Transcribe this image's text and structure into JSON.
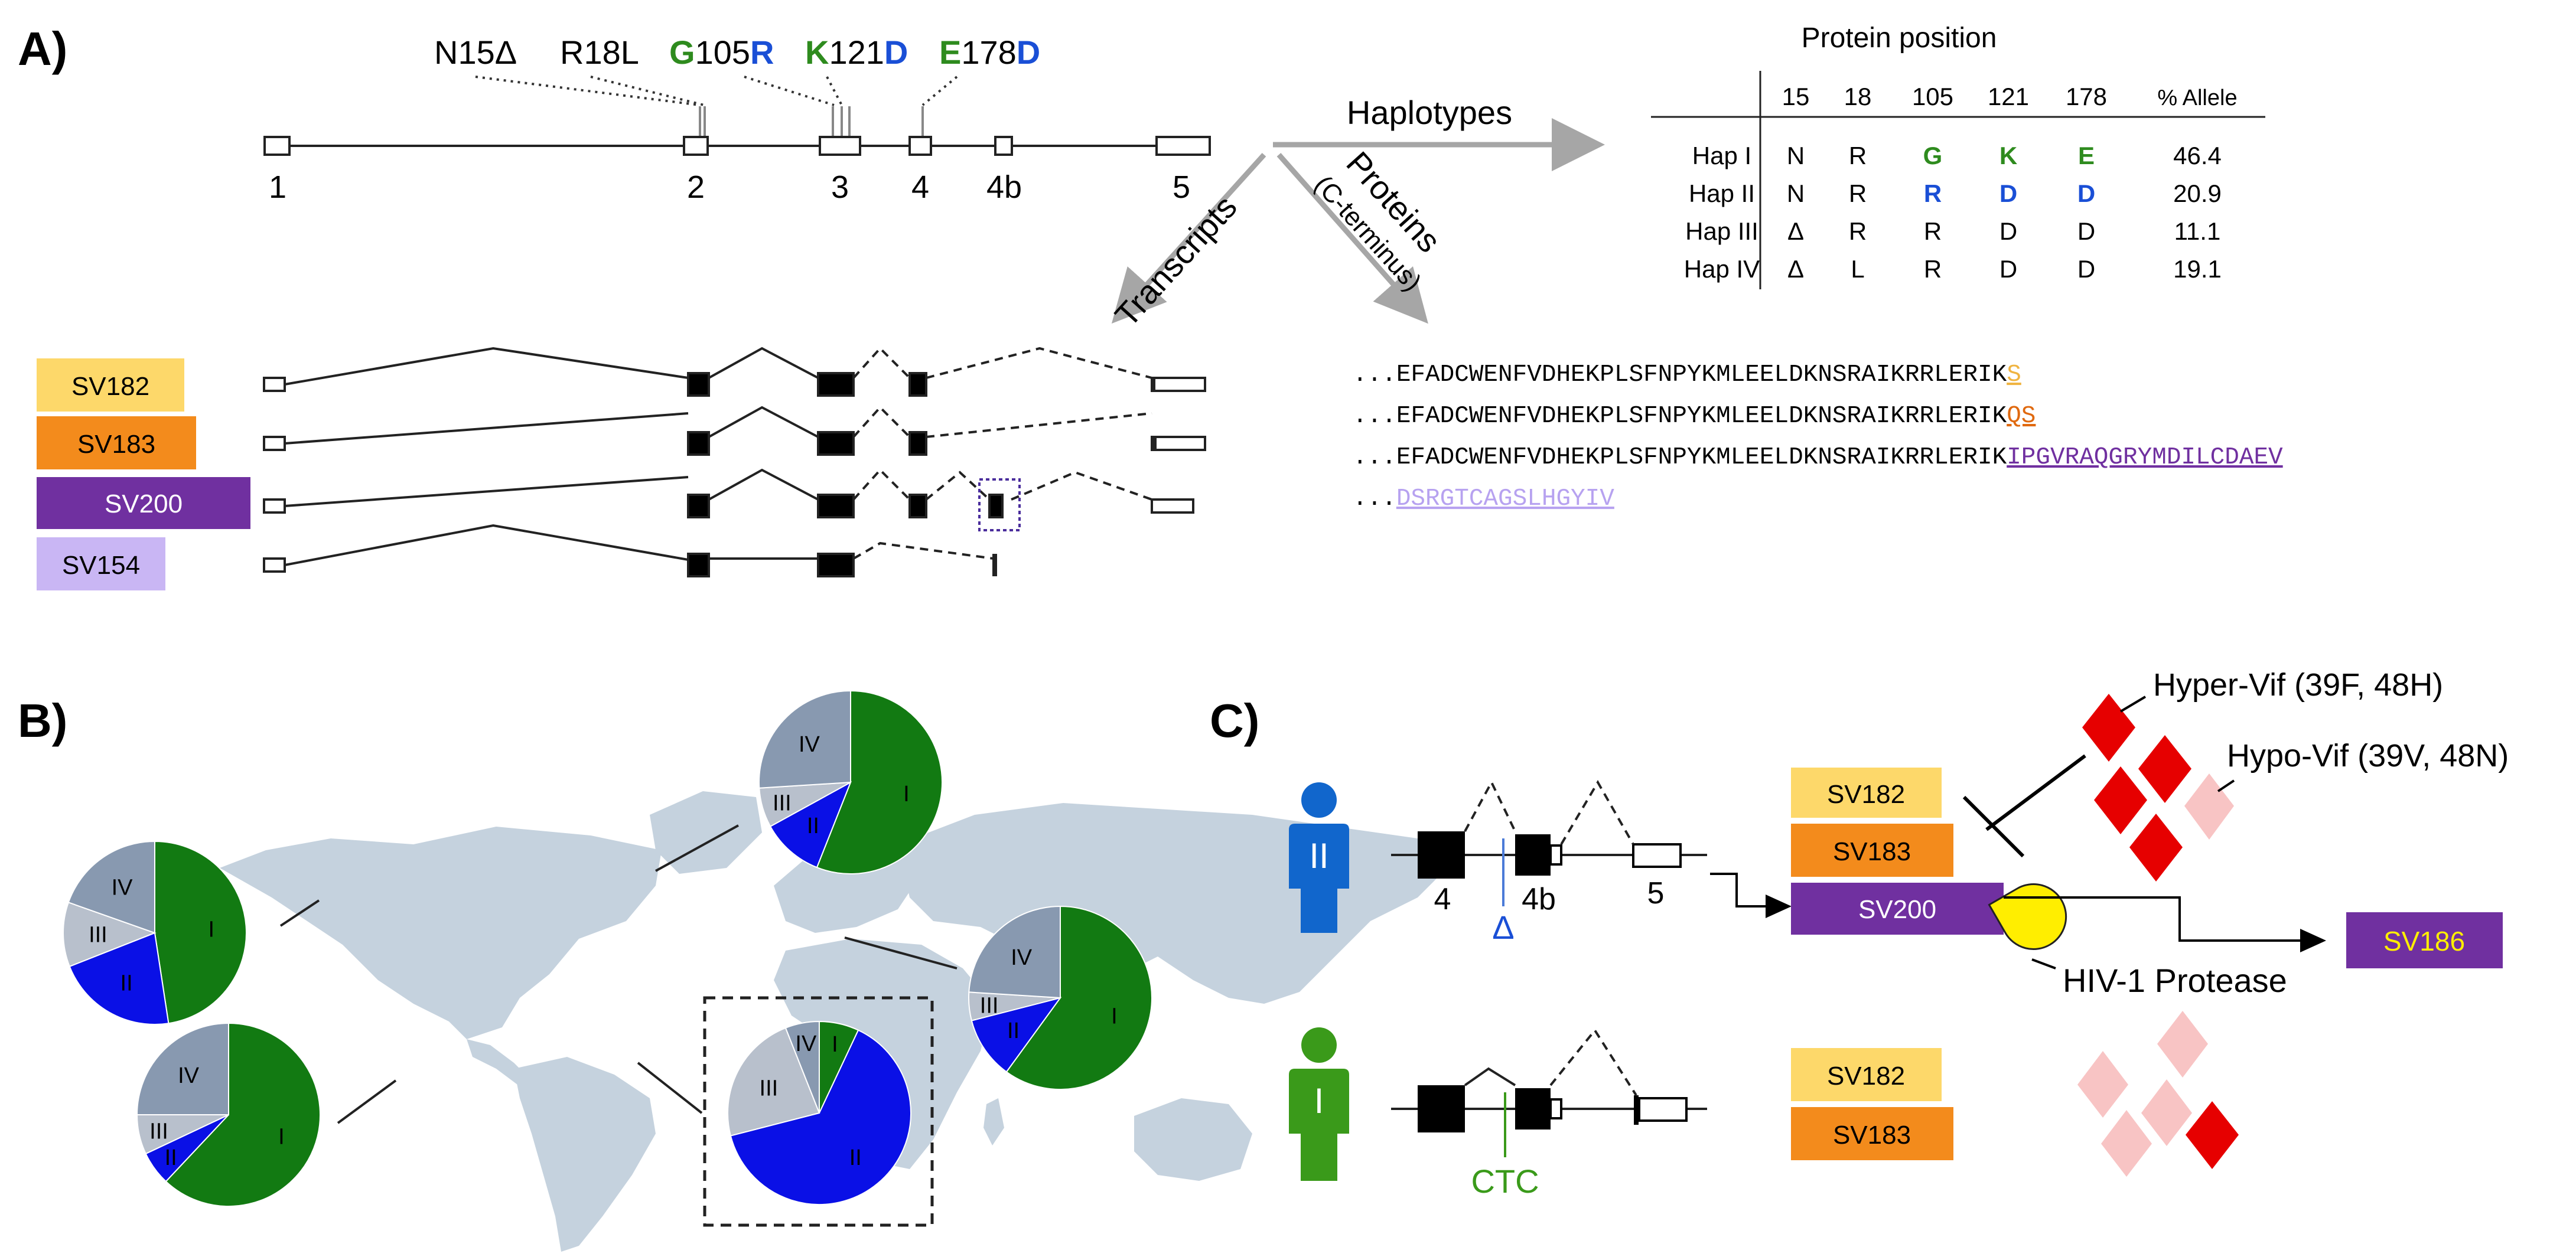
{
  "colors": {
    "green": "#2e8b1e",
    "blue": "#1a4fd6",
    "pie_green": "#127a12",
    "pie_blue": "#0a10e6",
    "pie_gray": "#8899b0",
    "pie_light": "#b8c0cc",
    "map": "#c5d2de",
    "sv182": "#fdd86a",
    "sv183": "#f38b1c",
    "sv200": "#7030a0",
    "sv154": "#c9b6f4",
    "hyper": "#e60000",
    "hypo": "#f8c4c4",
    "protease": "#ffee00"
  },
  "panelA": {
    "label": "A)",
    "variants": [
      {
        "pre": "N15Δ",
        "pre_color": "",
        "num": "",
        "post": "",
        "post_color": ""
      },
      {
        "pre": "R18L",
        "pre_color": "",
        "num": "",
        "post": "",
        "post_color": ""
      },
      {
        "pre": "G",
        "pre_color": "green",
        "num": "105",
        "post": "R",
        "post_color": "blue"
      },
      {
        "pre": "K",
        "pre_color": "green",
        "num": "121",
        "post": "D",
        "post_color": "blue"
      },
      {
        "pre": "E",
        "pre_color": "green",
        "num": "178",
        "post": "D",
        "post_color": "blue"
      }
    ],
    "exons": [
      "1",
      "2",
      "3",
      "4",
      "4b",
      "5"
    ],
    "arrows": {
      "haplotypes": "Haplotypes",
      "transcripts": "Transcripts",
      "proteins": "Proteins",
      "proteins_sub": "(C-terminus)"
    },
    "table": {
      "title": "Protein position",
      "headers": [
        "15",
        "18",
        "105",
        "121",
        "178",
        "% Allele"
      ],
      "rows": [
        {
          "name": "Hap I",
          "cells": [
            "N",
            "R",
            "G",
            "K",
            "E",
            "46.4"
          ],
          "tint": [
            "",
            "",
            "green",
            "green",
            "green",
            ""
          ]
        },
        {
          "name": "Hap II",
          "cells": [
            "N",
            "R",
            "R",
            "D",
            "D",
            "20.9"
          ],
          "tint": [
            "",
            "",
            "blue",
            "blue",
            "blue",
            ""
          ]
        },
        {
          "name": "Hap III",
          "cells": [
            "Δ",
            "R",
            "R",
            "D",
            "D",
            "11.1"
          ],
          "tint": [
            "",
            "",
            "",
            "",
            "",
            ""
          ]
        },
        {
          "name": "Hap IV",
          "cells": [
            "Δ",
            "L",
            "R",
            "D",
            "D",
            "19.1"
          ],
          "tint": [
            "",
            "",
            "",
            "",
            "",
            ""
          ]
        }
      ]
    },
    "transcripts": [
      "SV182",
      "SV183",
      "SV200",
      "SV154"
    ],
    "sequences": [
      {
        "prefix": "...",
        "base": "EFADCWENFVDHEKPLSFNPYKMLEELDKNSRAIKRRLERIK",
        "tail": "S",
        "tail_color": "sv182"
      },
      {
        "prefix": "...",
        "base": "EFADCWENFVDHEKPLSFNPYKMLEELDKNSRAIKRRLERIK",
        "tail": "QS",
        "tail_color": "sv183"
      },
      {
        "prefix": "...",
        "base": "EFADCWENFVDHEKPLSFNPYKMLEELDKNSRAIKRRLERIK",
        "tail": "IPGVRAQGRYMDILCDAEV",
        "tail_color": "sv200"
      },
      {
        "prefix": "...",
        "base": "",
        "tail": "DSRGTCAGSLHGYIV",
        "tail_color": "sv154"
      }
    ]
  },
  "panelB": {
    "label": "B)",
    "pies": [
      {
        "slices": [
          {
            "label": "I",
            "value": 46.4
          },
          {
            "label": "II",
            "value": 20.9
          },
          {
            "label": "III",
            "value": 11.1
          },
          {
            "label": "IV",
            "value": 19.1
          }
        ]
      },
      {
        "slices": [
          {
            "label": "I",
            "value": 56.0
          },
          {
            "label": "II",
            "value": 11.0
          },
          {
            "label": "III",
            "value": 7.0
          },
          {
            "label": "IV",
            "value": 26.0
          }
        ]
      },
      {
        "slices": [
          {
            "label": "I",
            "value": 60.0
          },
          {
            "label": "II",
            "value": 11.0
          },
          {
            "label": "III",
            "value": 5.0
          },
          {
            "label": "IV",
            "value": 24.0
          }
        ]
      },
      {
        "slices": [
          {
            "label": "I",
            "value": 62.0
          },
          {
            "label": "II",
            "value": 6.0
          },
          {
            "label": "III",
            "value": 7.0
          },
          {
            "label": "IV",
            "value": 25.0
          }
        ]
      },
      {
        "slices": [
          {
            "label": "I",
            "value": 7.0
          },
          {
            "label": "II",
            "value": 64.0
          },
          {
            "label": "III",
            "value": 23.0
          },
          {
            "label": "IV",
            "value": 6.0
          }
        ]
      }
    ]
  },
  "panelC": {
    "label": "C)",
    "hap2_label": "II",
    "hap1_label": "I",
    "exon_4": "4",
    "exon_4b": "4b",
    "exon_5": "5",
    "delta": "Δ",
    "ctc": "CTC",
    "boxes_top": [
      "SV182",
      "SV183",
      "SV200"
    ],
    "boxes_bottom": [
      "SV182",
      "SV183"
    ],
    "sv186": "SV186",
    "protease": "HIV-1 Protease",
    "hyper_vif": "Hyper-Vif (39F, 48H)",
    "hypo_vif": "Hypo-Vif (39V, 48N)"
  }
}
